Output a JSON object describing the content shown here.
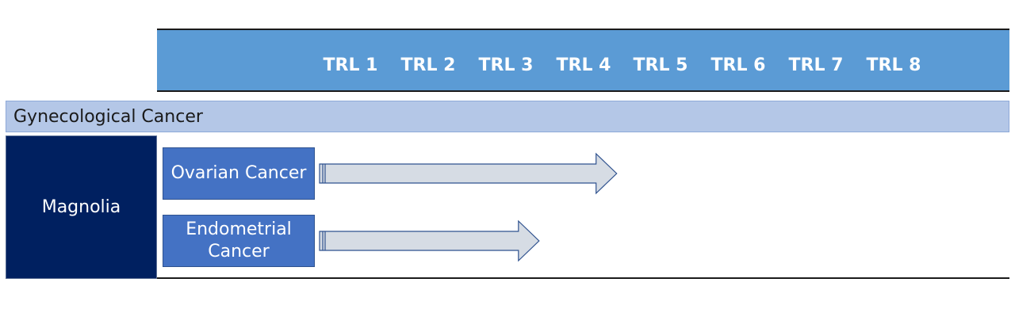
{
  "header": {
    "trl_labels": [
      "TRL 1",
      "TRL 2",
      "TRL 3",
      "TRL 4",
      "TRL 5",
      "TRL 6",
      "TRL 7",
      "TRL 8"
    ]
  },
  "category": {
    "label": "Gynecological Cancer"
  },
  "organization": {
    "label": "Magnolia"
  },
  "indications": [
    {
      "label": "Ovarian Cancer",
      "trl_reached": 4
    },
    {
      "label": "Endometrial Cancer",
      "trl_reached": 3
    }
  ],
  "colors": {
    "header_band": "#5b9bd5",
    "category_bar": "#b4c7e7",
    "organization_box": "#002060",
    "indication_box": "#4472c4",
    "arrow_fill": "#d6dce4",
    "arrow_stroke": "#2f528f"
  }
}
